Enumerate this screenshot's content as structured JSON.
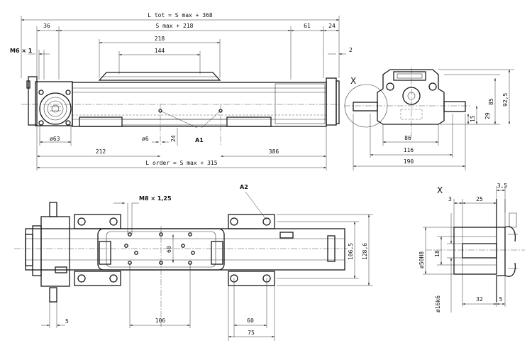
{
  "dims": {
    "ltot": "L tot = S max + 368",
    "smax": "S max + 218",
    "d36": "36",
    "d61": "61",
    "d24a": "24",
    "m6": "M6 × 1",
    "d2": "2",
    "d218": "218",
    "d144": "144",
    "x_top": "X",
    "d63": "ø63",
    "d6": "ø6",
    "d24b": "24",
    "a1": "A1",
    "d212": "212",
    "d386": "386",
    "lorder": "L order = S max + 315",
    "d85": "85",
    "d925": "92,5",
    "d29": "29",
    "d15": "15",
    "d86": "86",
    "d116": "116",
    "d190": "190",
    "m8": "M8 × 1,25",
    "a2": "A2",
    "d60v": "60",
    "d1065": "106,5",
    "d1286": "128,6",
    "d5a": "5",
    "d106": "106",
    "d60h": "60",
    "d75": "75",
    "x_det": "X",
    "d35": "3,5",
    "d3": "3",
    "d25": "25",
    "d50": "ø50H8",
    "d18": "18",
    "d16": "ø16k6",
    "d32": "32",
    "d5b": "5"
  }
}
